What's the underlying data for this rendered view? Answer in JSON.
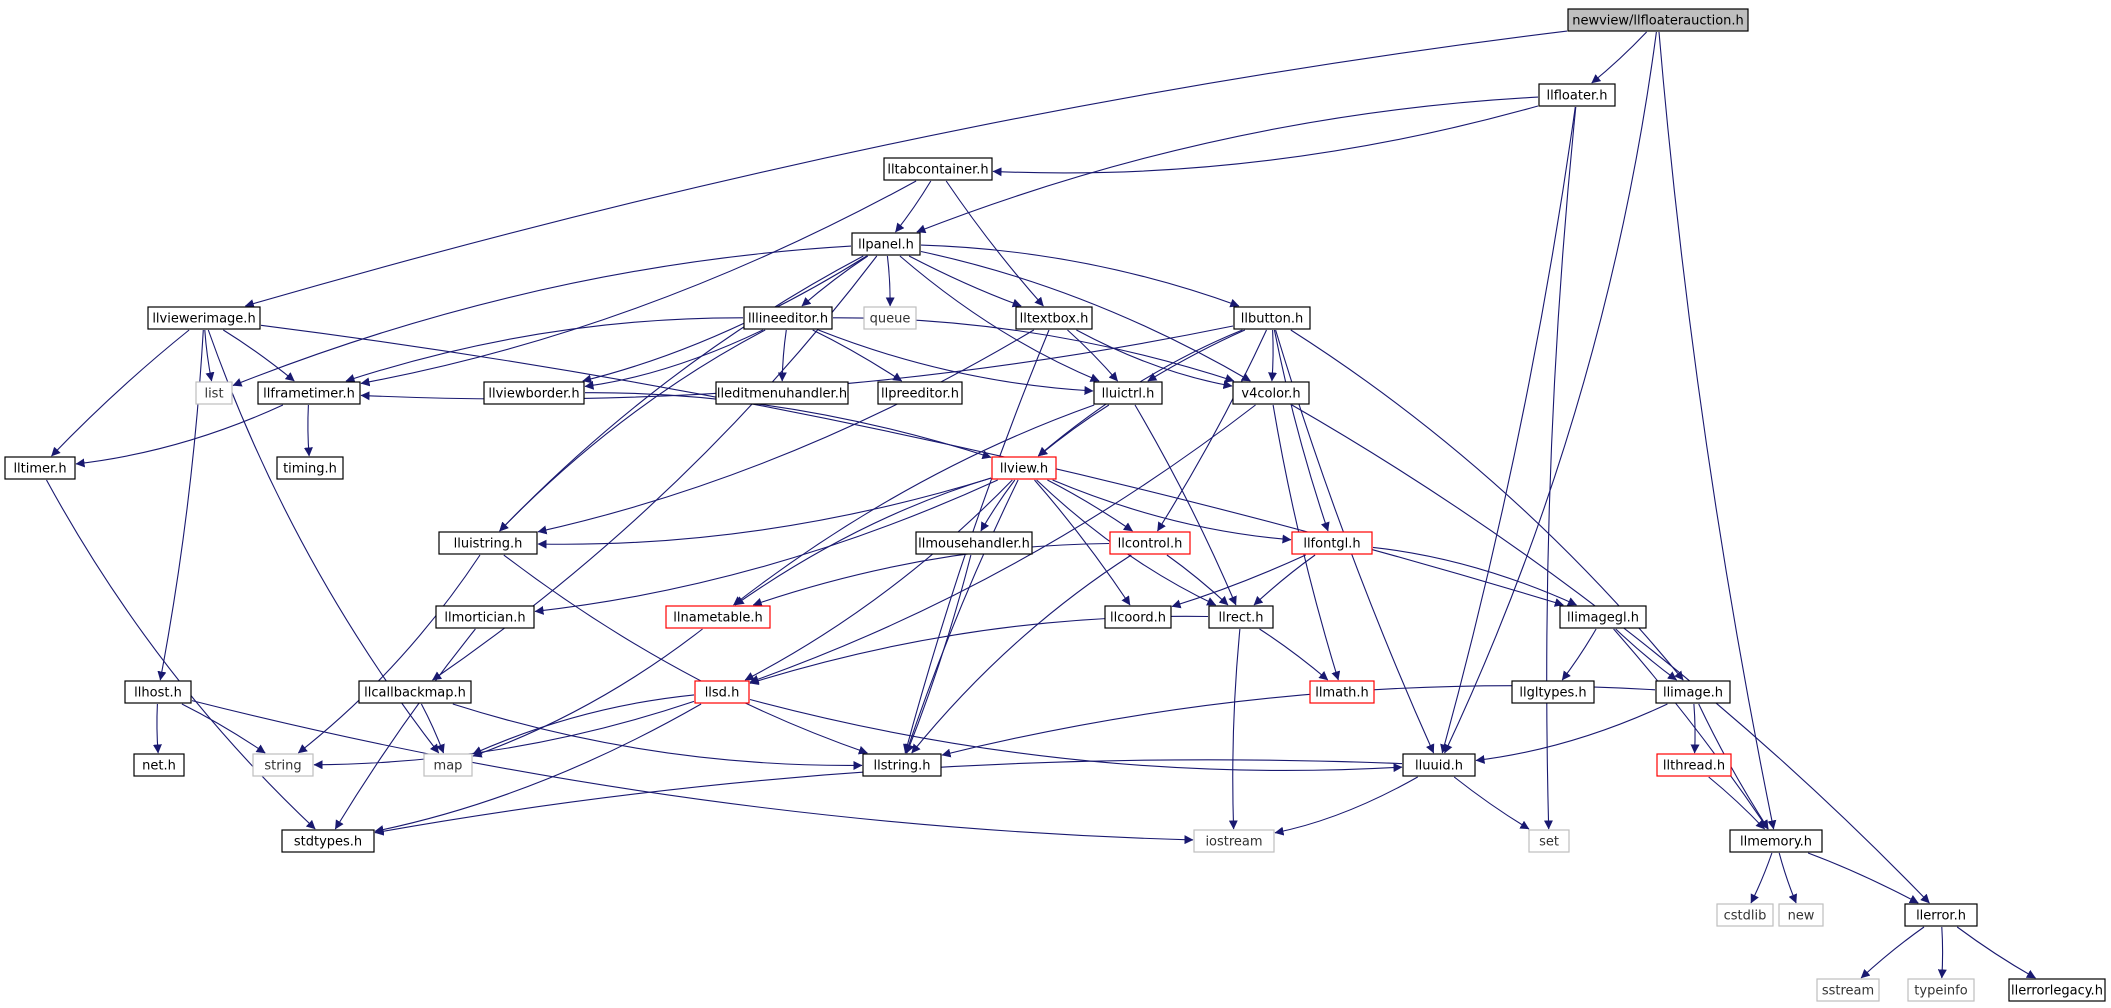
{
  "title": "newview/llfloaterauction.h",
  "colors": {
    "edge": "#191970",
    "root_fill": "#bfbfbf",
    "box_stroke": "#000000",
    "truncated_stroke": "#ff0000",
    "system_stroke": "#bfbfbf"
  },
  "nodes": [
    {
      "id": "root",
      "label": "newview/llfloaterauction.h",
      "kind": "root"
    },
    {
      "id": "llfloater",
      "label": "llfloater.h",
      "kind": "normal"
    },
    {
      "id": "lltabcontainer",
      "label": "lltabcontainer.h",
      "kind": "normal"
    },
    {
      "id": "llpanel",
      "label": "llpanel.h",
      "kind": "normal"
    },
    {
      "id": "llviewerimage",
      "label": "llviewerimage.h",
      "kind": "normal"
    },
    {
      "id": "lllineeditor",
      "label": "lllineeditor.h",
      "kind": "normal"
    },
    {
      "id": "queue",
      "label": "queue",
      "kind": "system"
    },
    {
      "id": "lltextbox",
      "label": "lltextbox.h",
      "kind": "normal"
    },
    {
      "id": "llbutton",
      "label": "llbutton.h",
      "kind": "normal"
    },
    {
      "id": "list",
      "label": "list",
      "kind": "system"
    },
    {
      "id": "llframetimer",
      "label": "llframetimer.h",
      "kind": "normal"
    },
    {
      "id": "llviewborder",
      "label": "llviewborder.h",
      "kind": "normal"
    },
    {
      "id": "lleditmenuhandler",
      "label": "lleditmenuhandler.h",
      "kind": "normal"
    },
    {
      "id": "llpreeditor",
      "label": "llpreeditor.h",
      "kind": "normal"
    },
    {
      "id": "lluictrl",
      "label": "lluictrl.h",
      "kind": "normal"
    },
    {
      "id": "v4color",
      "label": "v4color.h",
      "kind": "normal"
    },
    {
      "id": "lltimer",
      "label": "lltimer.h",
      "kind": "normal"
    },
    {
      "id": "timing",
      "label": "timing.h",
      "kind": "normal"
    },
    {
      "id": "llview",
      "label": "llview.h",
      "kind": "truncated"
    },
    {
      "id": "lluistring",
      "label": "lluistring.h",
      "kind": "normal"
    },
    {
      "id": "llmousehandler",
      "label": "llmousehandler.h",
      "kind": "normal"
    },
    {
      "id": "llcontrol",
      "label": "llcontrol.h",
      "kind": "truncated"
    },
    {
      "id": "llfontgl",
      "label": "llfontgl.h",
      "kind": "truncated"
    },
    {
      "id": "llmortician",
      "label": "llmortician.h",
      "kind": "normal"
    },
    {
      "id": "llnametable",
      "label": "llnametable.h",
      "kind": "truncated"
    },
    {
      "id": "llcoord",
      "label": "llcoord.h",
      "kind": "normal"
    },
    {
      "id": "llrect",
      "label": "llrect.h",
      "kind": "normal"
    },
    {
      "id": "llimagegl",
      "label": "llimagegl.h",
      "kind": "normal"
    },
    {
      "id": "llhost",
      "label": "llhost.h",
      "kind": "normal"
    },
    {
      "id": "llcallbackmap",
      "label": "llcallbackmap.h",
      "kind": "normal"
    },
    {
      "id": "llsd",
      "label": "llsd.h",
      "kind": "truncated"
    },
    {
      "id": "llmath",
      "label": "llmath.h",
      "kind": "truncated"
    },
    {
      "id": "llgltypes",
      "label": "llgltypes.h",
      "kind": "normal"
    },
    {
      "id": "llimage",
      "label": "llimage.h",
      "kind": "normal"
    },
    {
      "id": "net",
      "label": "net.h",
      "kind": "normal"
    },
    {
      "id": "string",
      "label": "string",
      "kind": "system"
    },
    {
      "id": "map",
      "label": "map",
      "kind": "system"
    },
    {
      "id": "llstring",
      "label": "llstring.h",
      "kind": "normal"
    },
    {
      "id": "lluuid",
      "label": "lluuid.h",
      "kind": "normal"
    },
    {
      "id": "llthread",
      "label": "llthread.h",
      "kind": "truncated"
    },
    {
      "id": "stdtypes",
      "label": "stdtypes.h",
      "kind": "normal"
    },
    {
      "id": "iostream",
      "label": "iostream",
      "kind": "system"
    },
    {
      "id": "set",
      "label": "set",
      "kind": "system"
    },
    {
      "id": "llmemory",
      "label": "llmemory.h",
      "kind": "normal"
    },
    {
      "id": "cstdlib",
      "label": "cstdlib",
      "kind": "system"
    },
    {
      "id": "new",
      "label": "new",
      "kind": "system"
    },
    {
      "id": "llerror",
      "label": "llerror.h",
      "kind": "normal"
    },
    {
      "id": "sstream",
      "label": "sstream",
      "kind": "system"
    },
    {
      "id": "typeinfo",
      "label": "typeinfo",
      "kind": "system"
    },
    {
      "id": "llerrorlegacy",
      "label": "llerrorlegacy.h",
      "kind": "normal"
    }
  ],
  "edges": [
    [
      "root",
      "llfloater"
    ],
    [
      "root",
      "llviewerimage"
    ],
    [
      "root",
      "lluuid"
    ],
    [
      "root",
      "llmemory"
    ],
    [
      "llfloater",
      "lltabcontainer"
    ],
    [
      "llfloater",
      "llpanel"
    ],
    [
      "llfloater",
      "lluuid"
    ],
    [
      "llfloater",
      "set"
    ],
    [
      "lltabcontainer",
      "llpanel"
    ],
    [
      "lltabcontainer",
      "lltextbox"
    ],
    [
      "lltabcontainer",
      "llframetimer"
    ],
    [
      "llpanel",
      "list"
    ],
    [
      "llpanel",
      "llviewborder"
    ],
    [
      "llpanel",
      "lllineeditor"
    ],
    [
      "llpanel",
      "queue"
    ],
    [
      "llpanel",
      "lltextbox"
    ],
    [
      "llpanel",
      "llbutton"
    ],
    [
      "llpanel",
      "lluictrl"
    ],
    [
      "llpanel",
      "v4color"
    ],
    [
      "llpanel",
      "lluistring"
    ],
    [
      "llpanel",
      "llcallbackmap"
    ],
    [
      "llviewerimage",
      "list"
    ],
    [
      "llviewerimage",
      "llframetimer"
    ],
    [
      "llviewerimage",
      "lltimer"
    ],
    [
      "llviewerimage",
      "llhost"
    ],
    [
      "llviewerimage",
      "map"
    ],
    [
      "llviewerimage",
      "llimagegl"
    ],
    [
      "lllineeditor",
      "llframetimer"
    ],
    [
      "lllineeditor",
      "llviewborder"
    ],
    [
      "lllineeditor",
      "lleditmenuhandler"
    ],
    [
      "lllineeditor",
      "llpreeditor"
    ],
    [
      "lllineeditor",
      "lluictrl"
    ],
    [
      "lllineeditor",
      "v4color"
    ],
    [
      "lllineeditor",
      "lluistring"
    ],
    [
      "lltextbox",
      "lluictrl"
    ],
    [
      "lltextbox",
      "v4color"
    ],
    [
      "lltextbox",
      "lluistring"
    ],
    [
      "lltextbox",
      "llstring"
    ],
    [
      "llbutton",
      "llframetimer"
    ],
    [
      "llbutton",
      "lluictrl"
    ],
    [
      "llbutton",
      "v4color"
    ],
    [
      "llbutton",
      "llview"
    ],
    [
      "llbutton",
      "llcontrol"
    ],
    [
      "llbutton",
      "llfontgl"
    ],
    [
      "llbutton",
      "llimage"
    ],
    [
      "llbutton",
      "lluuid"
    ],
    [
      "llframetimer",
      "lltimer"
    ],
    [
      "llframetimer",
      "timing"
    ],
    [
      "llviewborder",
      "llview"
    ],
    [
      "lluictrl",
      "llview"
    ],
    [
      "lluictrl",
      "llrect"
    ],
    [
      "lluictrl",
      "llnametable"
    ],
    [
      "v4color",
      "llerror"
    ],
    [
      "v4color",
      "llmath"
    ],
    [
      "v4color",
      "llsd"
    ],
    [
      "lltimer",
      "stdtypes"
    ],
    [
      "llview",
      "lluistring"
    ],
    [
      "llview",
      "llmousehandler"
    ],
    [
      "llview",
      "llcontrol"
    ],
    [
      "llview",
      "llfontgl"
    ],
    [
      "llview",
      "llmortician"
    ],
    [
      "llview",
      "llnametable"
    ],
    [
      "llview",
      "llcoord"
    ],
    [
      "llview",
      "llrect"
    ],
    [
      "llview",
      "llsd"
    ],
    [
      "llview",
      "llstring"
    ],
    [
      "lluistring",
      "string"
    ],
    [
      "lluistring",
      "llstring"
    ],
    [
      "llmousehandler",
      "llstring"
    ],
    [
      "llcontrol",
      "llnametable"
    ],
    [
      "llcontrol",
      "llrect"
    ],
    [
      "llcontrol",
      "llstring"
    ],
    [
      "llfontgl",
      "llcoord"
    ],
    [
      "llfontgl",
      "llrect"
    ],
    [
      "llfontgl",
      "llimagegl"
    ],
    [
      "llmortician",
      "stdtypes"
    ],
    [
      "llnametable",
      "map"
    ],
    [
      "llrect",
      "llsd"
    ],
    [
      "llrect",
      "llmath"
    ],
    [
      "llrect",
      "iostream"
    ],
    [
      "llimagegl",
      "llgltypes"
    ],
    [
      "llimagegl",
      "llimage"
    ],
    [
      "llimagegl",
      "llmemory"
    ],
    [
      "llhost",
      "net"
    ],
    [
      "llhost",
      "string"
    ],
    [
      "llhost",
      "iostream"
    ],
    [
      "llcallbackmap",
      "map"
    ],
    [
      "llcallbackmap",
      "llstring"
    ],
    [
      "llsd",
      "string"
    ],
    [
      "llsd",
      "map"
    ],
    [
      "llsd",
      "stdtypes"
    ],
    [
      "llsd",
      "lluuid"
    ],
    [
      "llimage",
      "llthread"
    ],
    [
      "llimage",
      "llmemory"
    ],
    [
      "llimage",
      "lluuid"
    ],
    [
      "llimage",
      "llstring"
    ],
    [
      "llthread",
      "llmemory"
    ],
    [
      "lluuid",
      "stdtypes"
    ],
    [
      "lluuid",
      "iostream"
    ],
    [
      "lluuid",
      "set"
    ],
    [
      "llmemory",
      "cstdlib"
    ],
    [
      "llmemory",
      "new"
    ],
    [
      "llmemory",
      "llerror"
    ],
    [
      "llerror",
      "sstream"
    ],
    [
      "llerror",
      "typeinfo"
    ],
    [
      "llerror",
      "llerrorlegacy"
    ]
  ]
}
